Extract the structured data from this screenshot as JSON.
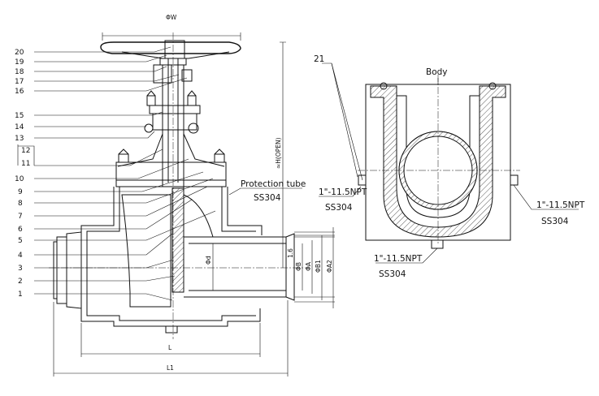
{
  "part_numbers": [
    "20",
    "19",
    "18",
    "17",
    "16",
    "15",
    "14",
    "13",
    "12",
    "11",
    "10",
    "9",
    "8",
    "7",
    "6",
    "5",
    "4",
    "3",
    "2",
    "1"
  ],
  "dimensions": {
    "W": "ΦW",
    "H": "≈H(OPEN)",
    "L": "L",
    "L1": "L1",
    "d": "Φd",
    "B": "ΦB",
    "A": "ΦA",
    "B1": "ΦB1",
    "A2": "ΦA2",
    "t": "1.6"
  },
  "annotations": {
    "protection_tube": "Protection tube",
    "material_tube": "SS304",
    "body": "Body",
    "callout_21": "21",
    "port_left_size": "1\"-11.5NPT",
    "port_left_mat": "SS304",
    "port_right_size": "1\"-11.5NPT",
    "port_right_mat": "SS304",
    "port_bottom_size": "1\"-11.5NPT",
    "port_bottom_mat": "SS304"
  }
}
